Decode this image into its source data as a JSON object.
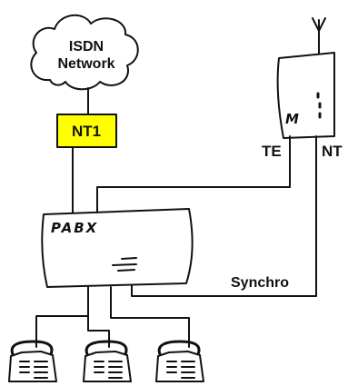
{
  "network": {
    "line1": "ISDN",
    "line2": "Network"
  },
  "nt1_label": "NT1",
  "modem": {
    "letter": "M",
    "te_label": "TE",
    "nt_label": "NT"
  },
  "pabx_label": "PABX",
  "synchro_label": "Synchro",
  "colors": {
    "nt1_fill": "#ffff00",
    "stroke": "#111111"
  }
}
